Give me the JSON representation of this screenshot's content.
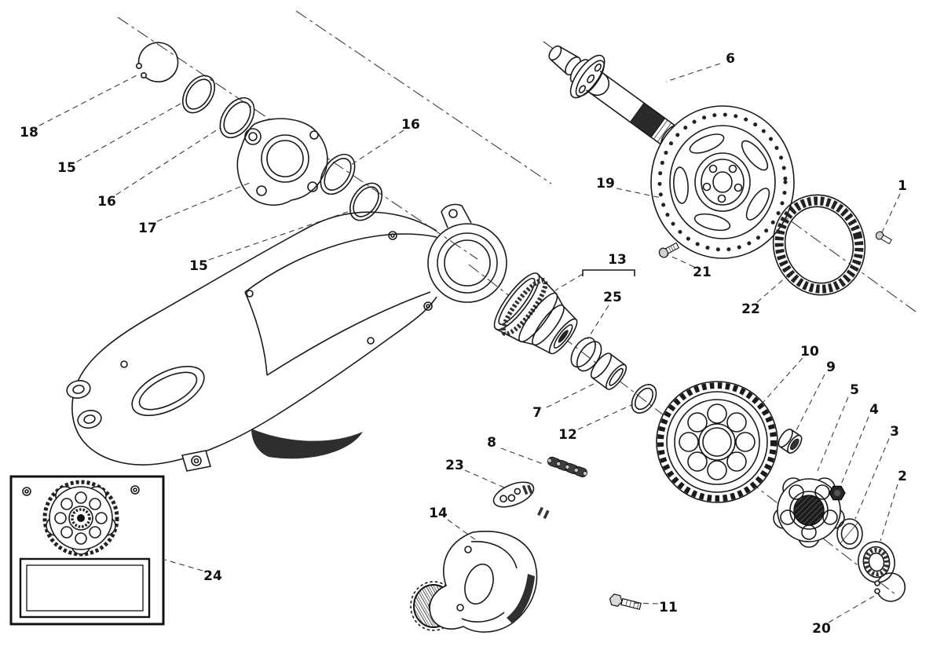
{
  "diagram": {
    "colors": {
      "background": "#ffffff",
      "ink": "#1a1a1a",
      "dark_fill": "#2b2b2b"
    },
    "labels": [
      {
        "text": "18"
      },
      {
        "text": "15"
      },
      {
        "text": "16"
      },
      {
        "text": "17"
      },
      {
        "text": "15"
      },
      {
        "text": "16"
      },
      {
        "text": "6"
      },
      {
        "text": "19"
      },
      {
        "text": "1"
      },
      {
        "text": "21"
      },
      {
        "text": "22"
      },
      {
        "text": "13"
      },
      {
        "text": "25"
      },
      {
        "text": "10"
      },
      {
        "text": "9"
      },
      {
        "text": "5"
      },
      {
        "text": "4"
      },
      {
        "text": "3"
      },
      {
        "text": "2"
      },
      {
        "text": "7"
      },
      {
        "text": "12"
      },
      {
        "text": "8"
      },
      {
        "text": "23"
      },
      {
        "text": "14"
      },
      {
        "text": "24"
      },
      {
        "text": "11"
      },
      {
        "text": "20"
      }
    ]
  }
}
